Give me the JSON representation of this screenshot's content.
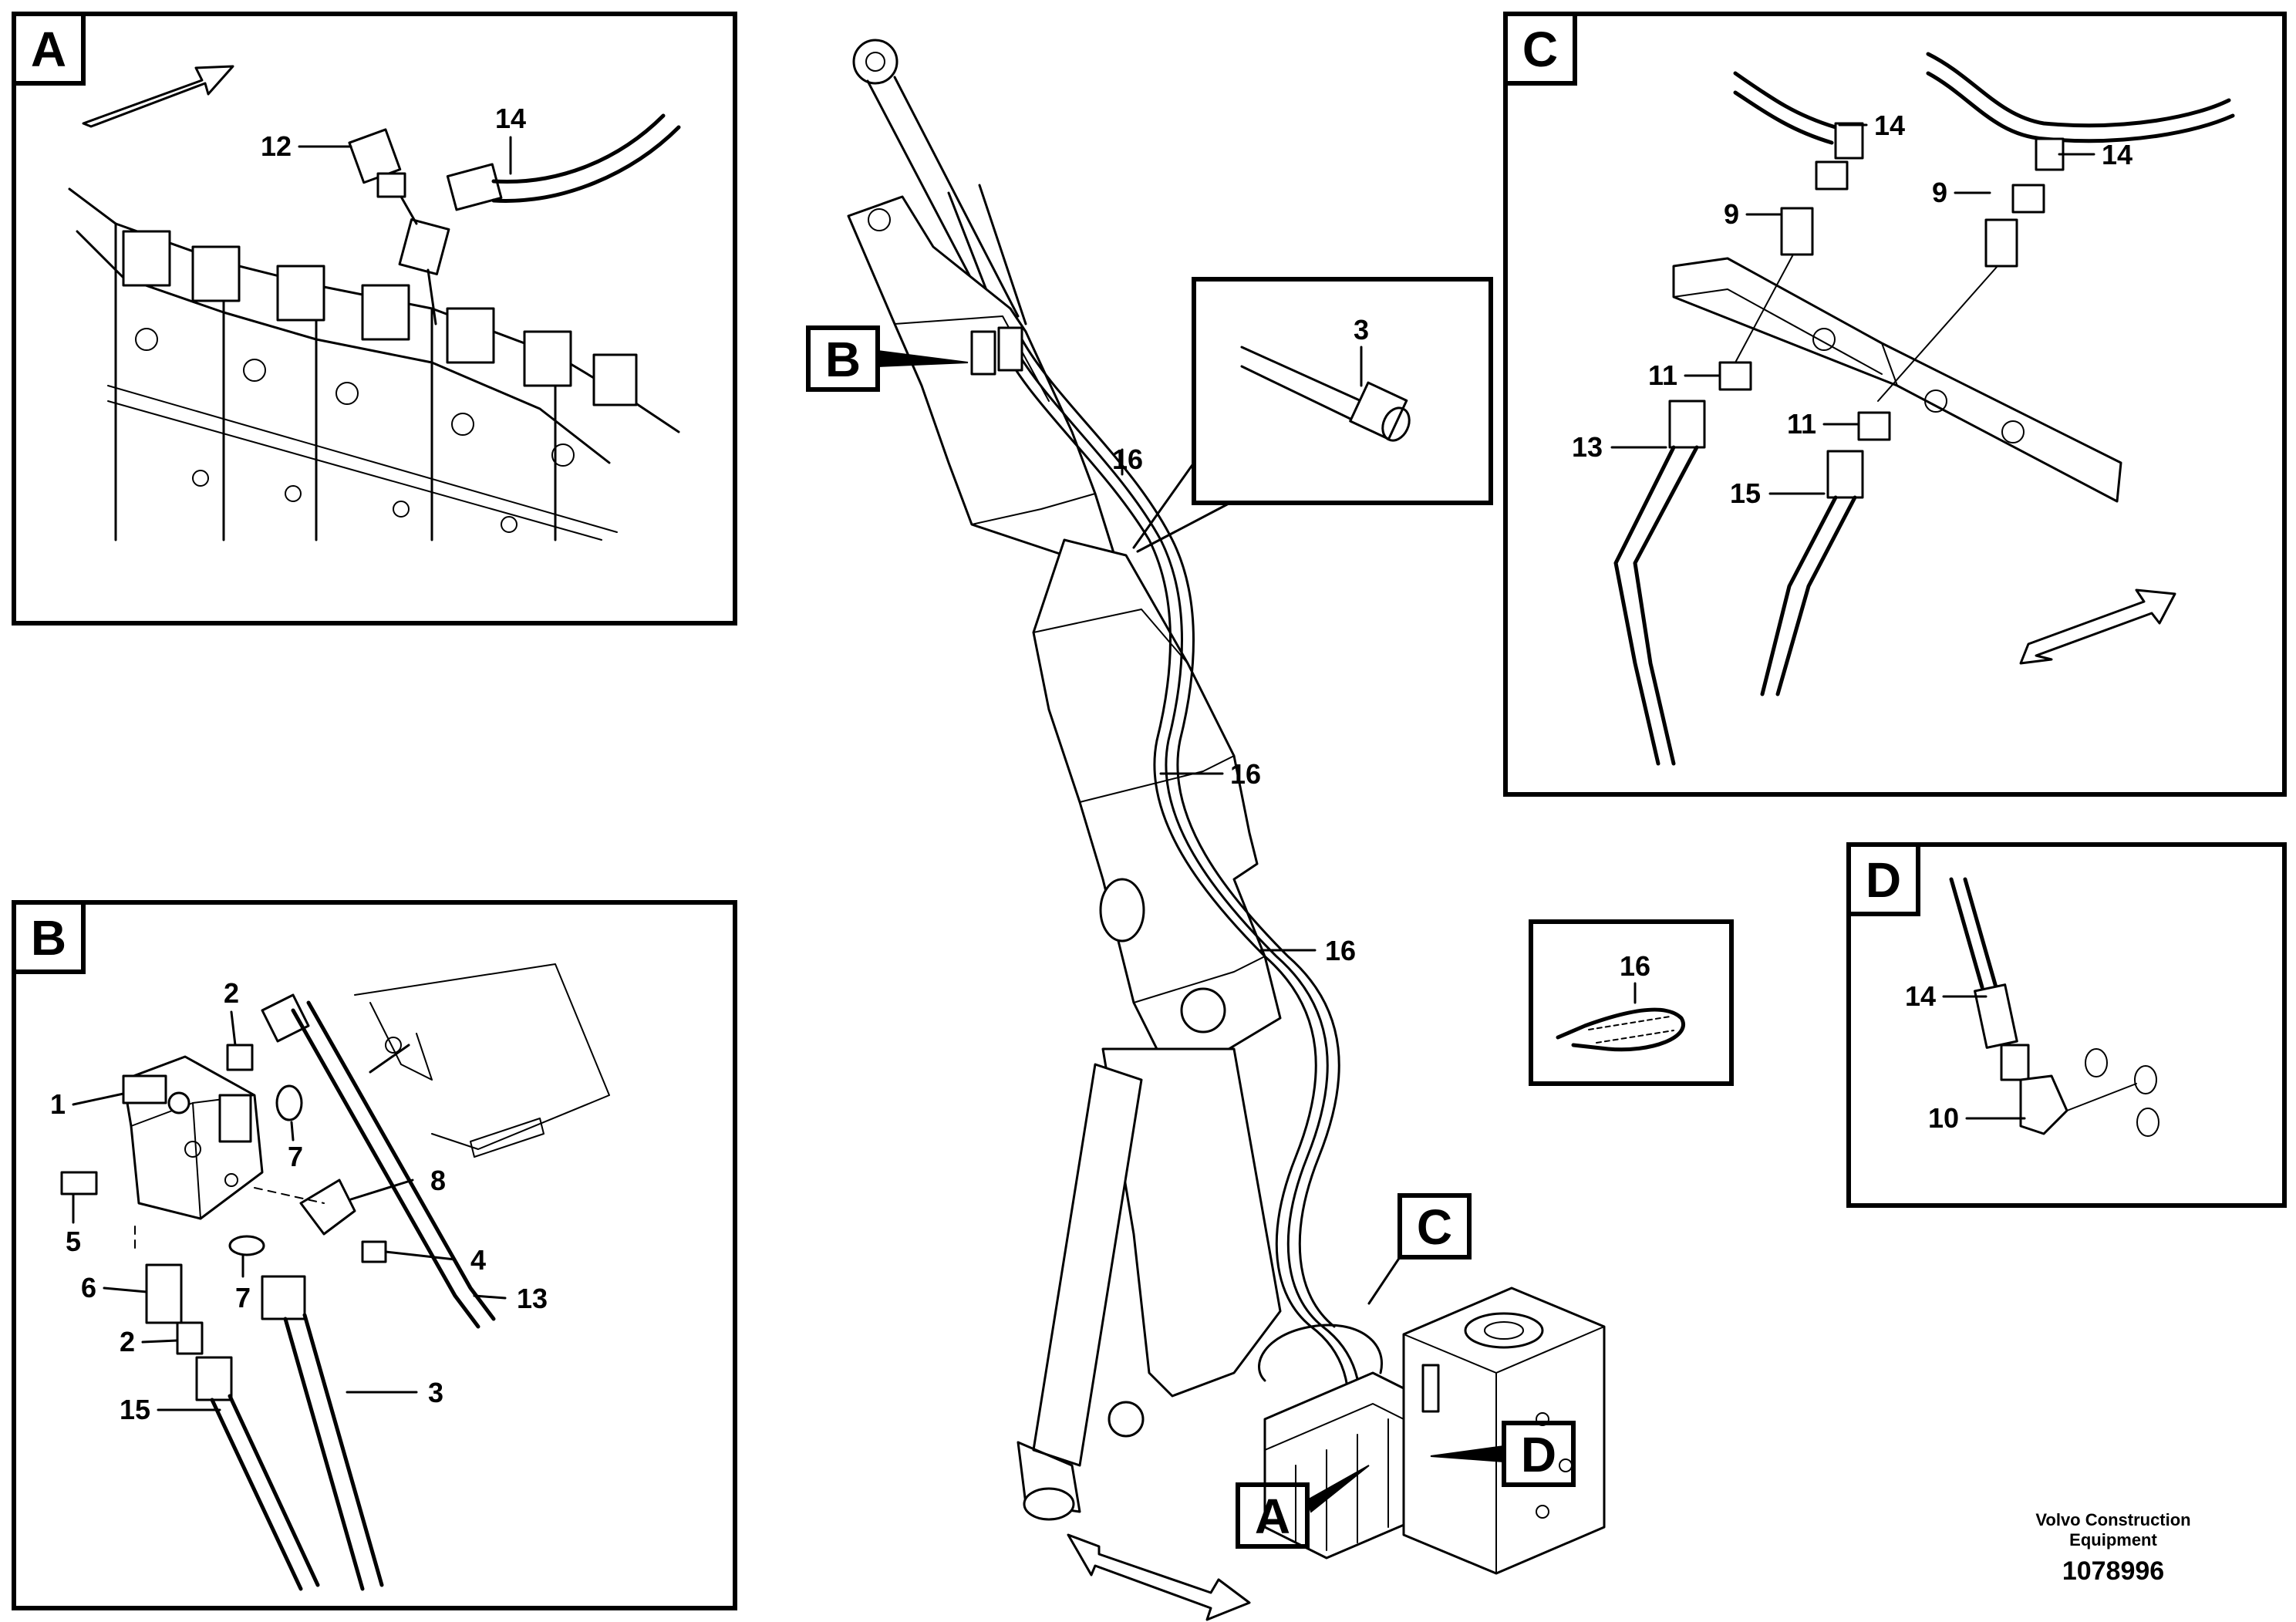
{
  "panels": {
    "A": "A",
    "B": "B",
    "C": "C",
    "D": "D"
  },
  "callouts": {
    "A": {
      "p12": "12",
      "p14": "14"
    },
    "B": {
      "p1": "1",
      "p2a": "2",
      "p2b": "2",
      "p3": "3",
      "p4": "4",
      "p5": "5",
      "p6": "6",
      "p7a": "7",
      "p7b": "7",
      "p8": "8",
      "p13": "13",
      "p15": "15"
    },
    "C": {
      "p14a": "14",
      "p14b": "14",
      "p9a": "9",
      "p9b": "9",
      "p11a": "11",
      "p11b": "11",
      "p13": "13",
      "p15": "15"
    },
    "D": {
      "p14": "14",
      "p10": "10"
    },
    "detail3": {
      "p3": "3"
    },
    "detail16": {
      "p16": "16"
    },
    "main": {
      "p16a": "16",
      "p16b": "16",
      "p16c": "16"
    }
  },
  "markers": {
    "B": "B",
    "C": "C",
    "A": "A",
    "D": "D"
  },
  "footer": {
    "brand_line1": "Volvo Construction",
    "brand_line2": "Equipment",
    "doc_number": "1078996"
  }
}
